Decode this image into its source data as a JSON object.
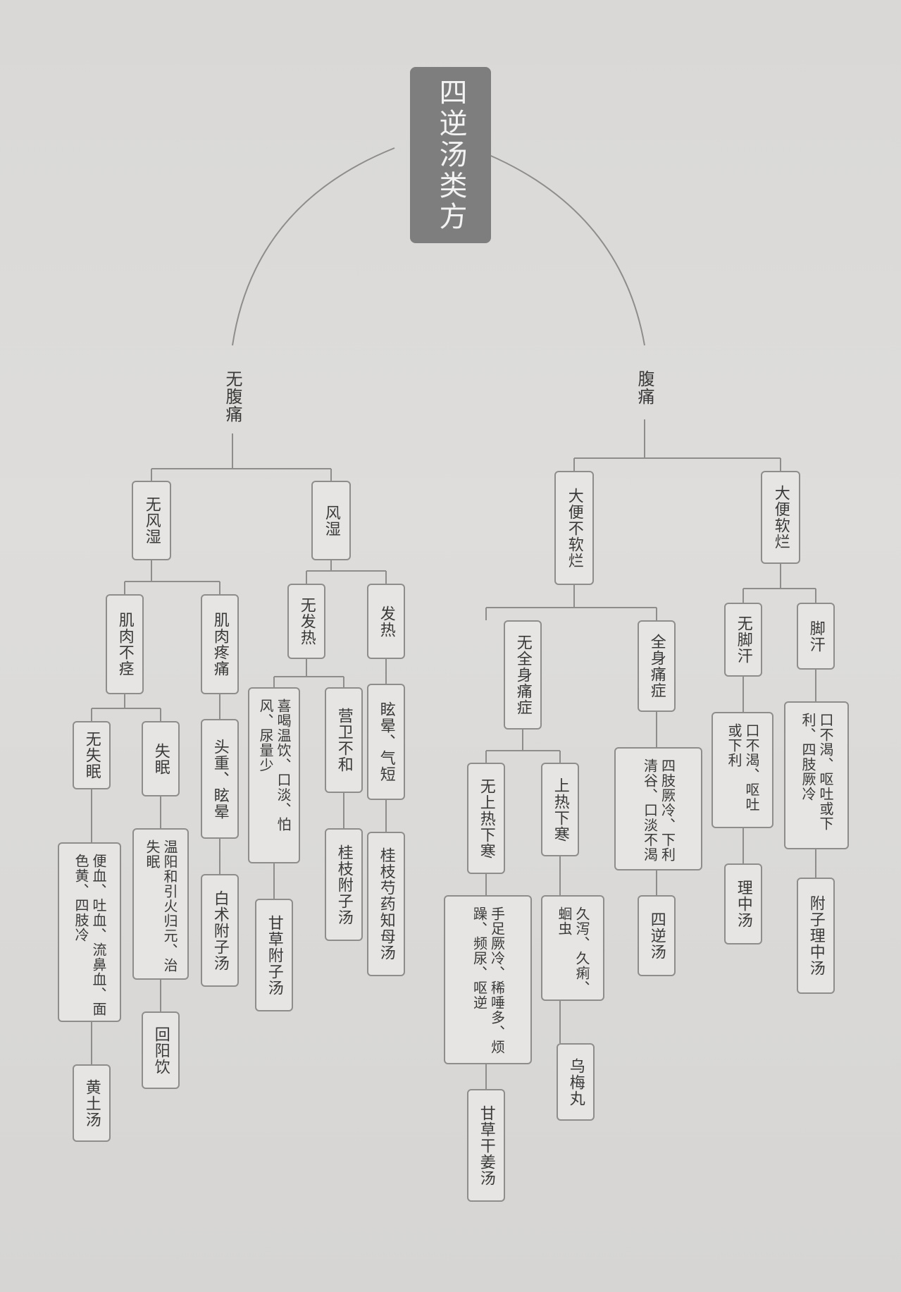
{
  "root": "四逆汤类方",
  "left": {
    "label": "无腹痛",
    "no_wind": {
      "label": "无风湿",
      "muscle_spasm": {
        "label": "肌肉不痉",
        "insomnia": {
          "label": "失眠",
          "desc": "温阳和引火归元、治失眠",
          "formula": "回阳饮"
        },
        "no_insomnia": {
          "label": "无失眠",
          "desc": "便血、吐血、流鼻血、面色黄、四肢冷",
          "formula": "黄土汤"
        }
      },
      "muscle_pain": {
        "label": "肌肉疼痛",
        "desc": "头重、眩晕",
        "formula": "白术附子汤"
      }
    },
    "wind": {
      "label": "风湿",
      "no_fever": {
        "label": "无发热",
        "a": {
          "desc": "喜喝温饮、口淡、怕风、尿量少",
          "formula": "甘草附子汤"
        },
        "b": {
          "desc": "营卫不和",
          "formula": "桂枝附子汤"
        }
      },
      "fever": {
        "label": "发热",
        "desc": "眩晕、气短",
        "formula": "桂枝芍药知母汤"
      }
    }
  },
  "right": {
    "label": "腹痛",
    "not_soft": {
      "label": "大便不软烂",
      "no_body_pain": {
        "label": "无全身痛症",
        "no_heat": {
          "label": "无上热下寒",
          "desc": "手足厥冷、稀唾多、烦躁、频尿、呕逆",
          "formula": "甘草干姜汤"
        },
        "heat": {
          "label": "上热下寒",
          "desc": "久泻、久痢、蛔虫",
          "formula": "乌梅丸"
        }
      },
      "body_pain": {
        "label": "全身痛症",
        "desc": "四肢厥冷、下利清谷、口淡不渴",
        "formula": "四逆汤"
      }
    },
    "soft": {
      "label": "大便软烂",
      "no_sweat": {
        "label": "无脚汗",
        "desc": "口不渴、呕吐或下利",
        "formula": "理中汤"
      },
      "sweat": {
        "label": "脚汗",
        "desc": "口不渴、呕吐或下利、四肢厥冷",
        "formula": "附子理中汤"
      }
    }
  }
}
